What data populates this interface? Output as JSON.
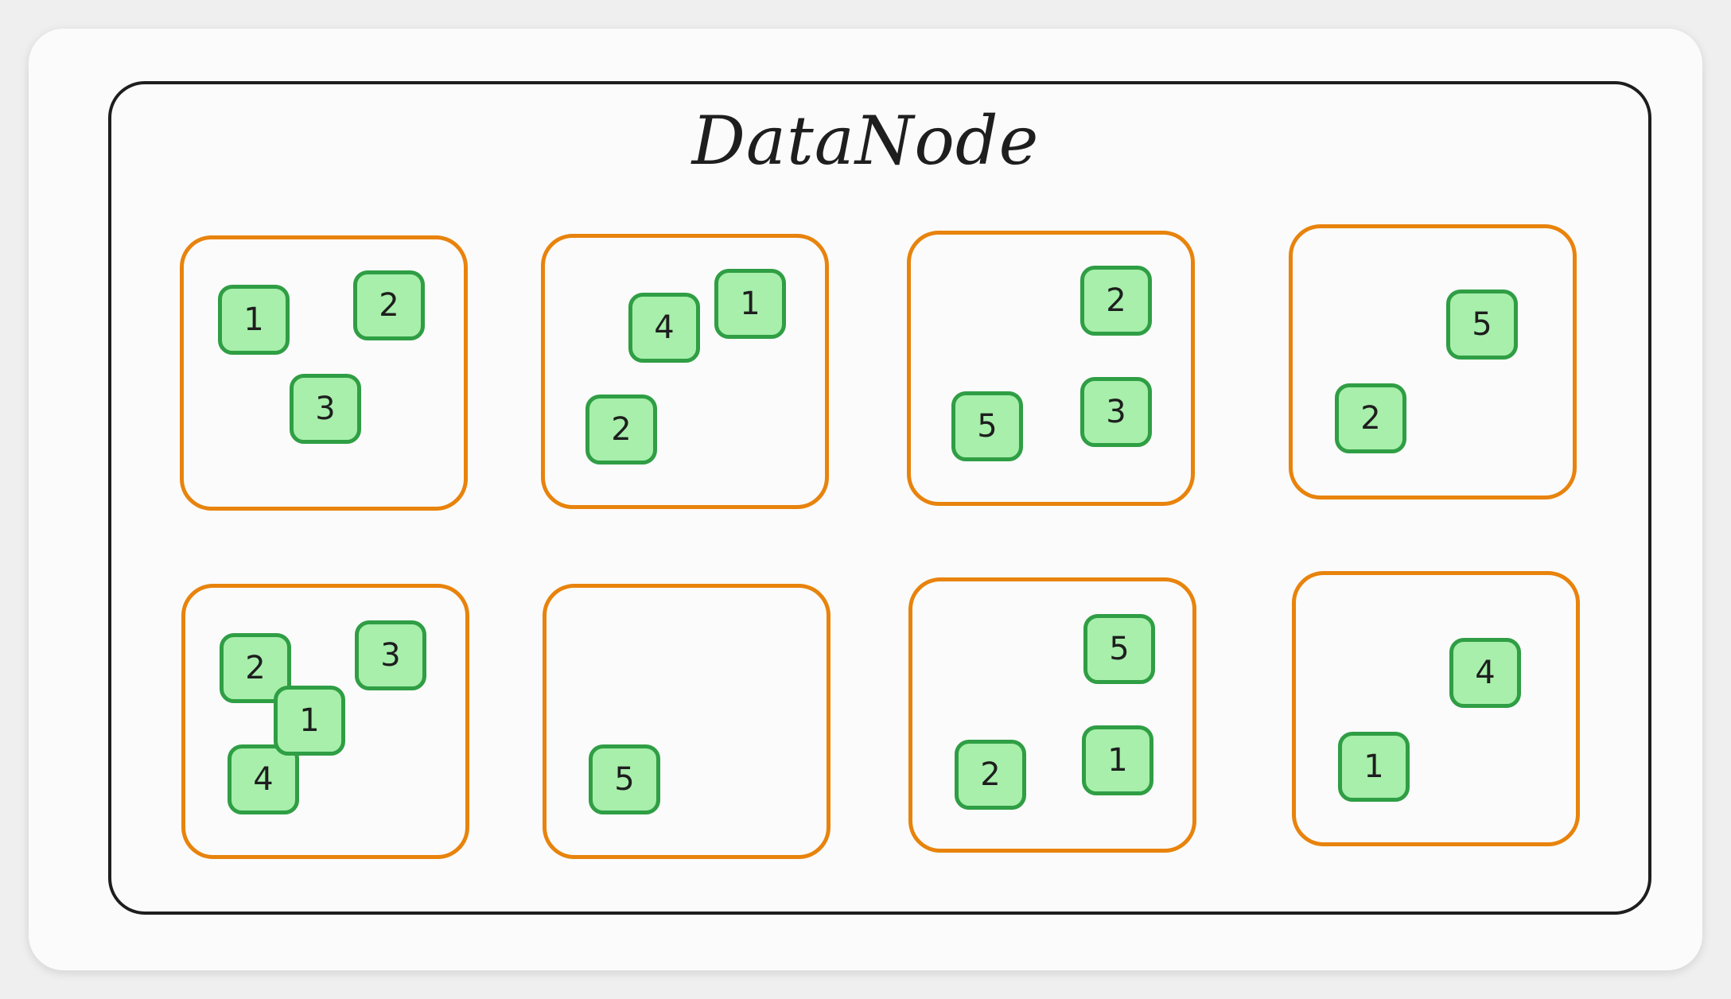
{
  "title": "DataNode",
  "colors": {
    "datanode_border": "#1e1e1e",
    "disk_border": "#e8830c",
    "block_fill": "#a7efab",
    "block_border": "#2f9e44"
  },
  "disks": [
    {
      "blocks": [
        "1",
        "2",
        "3"
      ]
    },
    {
      "blocks": [
        "4",
        "1",
        "2"
      ]
    },
    {
      "blocks": [
        "2",
        "5",
        "3"
      ]
    },
    {
      "blocks": [
        "5",
        "2"
      ]
    },
    {
      "blocks": [
        "2",
        "3",
        "1",
        "4"
      ]
    },
    {
      "blocks": [
        "5"
      ]
    },
    {
      "blocks": [
        "5",
        "2",
        "1"
      ]
    },
    {
      "blocks": [
        "4",
        "1"
      ]
    }
  ]
}
